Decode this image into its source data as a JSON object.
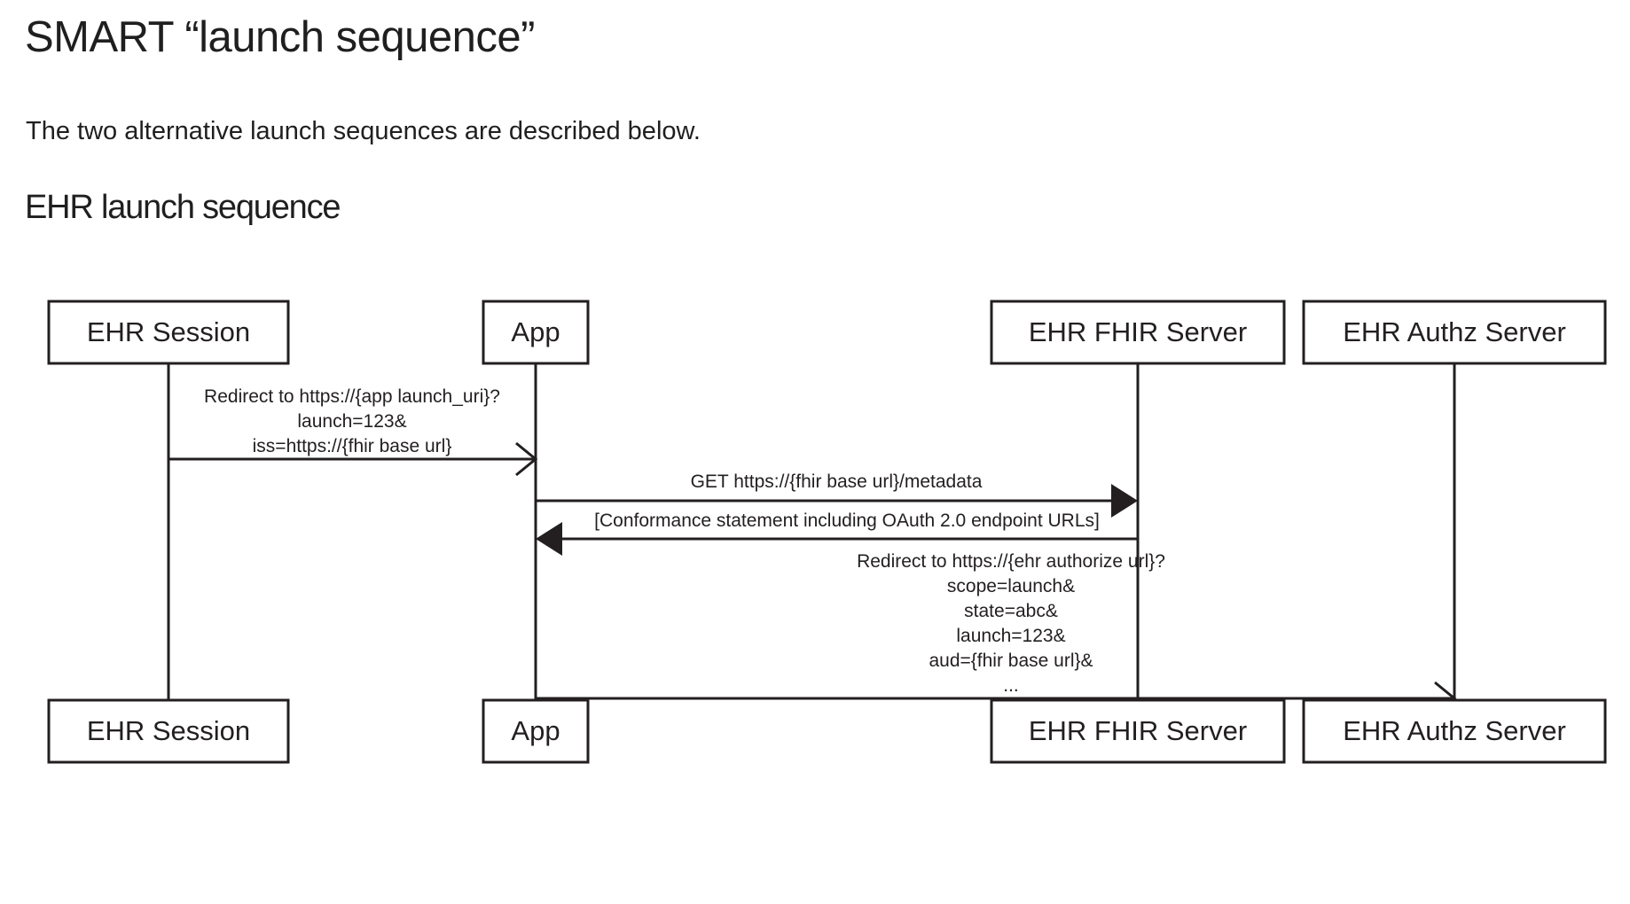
{
  "page": {
    "title": "SMART “launch sequence”",
    "intro": "The two alternative launch sequences are described below.",
    "section_heading": "EHR launch sequence"
  },
  "diagram": {
    "type": "sequence-diagram",
    "colors": {
      "stroke": "#231f20",
      "background": "#ffffff",
      "text": "#231f20"
    },
    "participants": [
      {
        "id": "ehr-session",
        "label": "EHR Session"
      },
      {
        "id": "app",
        "label": "App"
      },
      {
        "id": "ehr-fhir-server",
        "label": "EHR FHIR Server"
      },
      {
        "id": "ehr-authz-server",
        "label": "EHR Authz Server"
      }
    ],
    "messages": [
      {
        "id": "msg-1",
        "from": "ehr-session",
        "to": "app",
        "direction": "right",
        "arrowhead": "open",
        "lines": [
          "Redirect to https://{app launch_uri}?",
          "launch=123&",
          "iss=https://{fhir base url}"
        ]
      },
      {
        "id": "msg-2",
        "from": "app",
        "to": "ehr-fhir-server",
        "direction": "right",
        "arrowhead": "solid",
        "lines": [
          "GET https://{fhir base url}/metadata"
        ]
      },
      {
        "id": "msg-3",
        "from": "ehr-fhir-server",
        "to": "app",
        "direction": "left",
        "arrowhead": "solid",
        "lines": [
          "[Conformance statement including OAuth 2.0 endpoint URLs]"
        ]
      },
      {
        "id": "msg-4",
        "from": "app",
        "to": "ehr-authz-server",
        "direction": "right",
        "arrowhead": "open",
        "lines": [
          "Redirect to https://{ehr authorize url}?",
          "scope=launch&",
          "state=abc&",
          "launch=123&",
          "aud={fhir base url}&",
          "..."
        ]
      }
    ]
  }
}
